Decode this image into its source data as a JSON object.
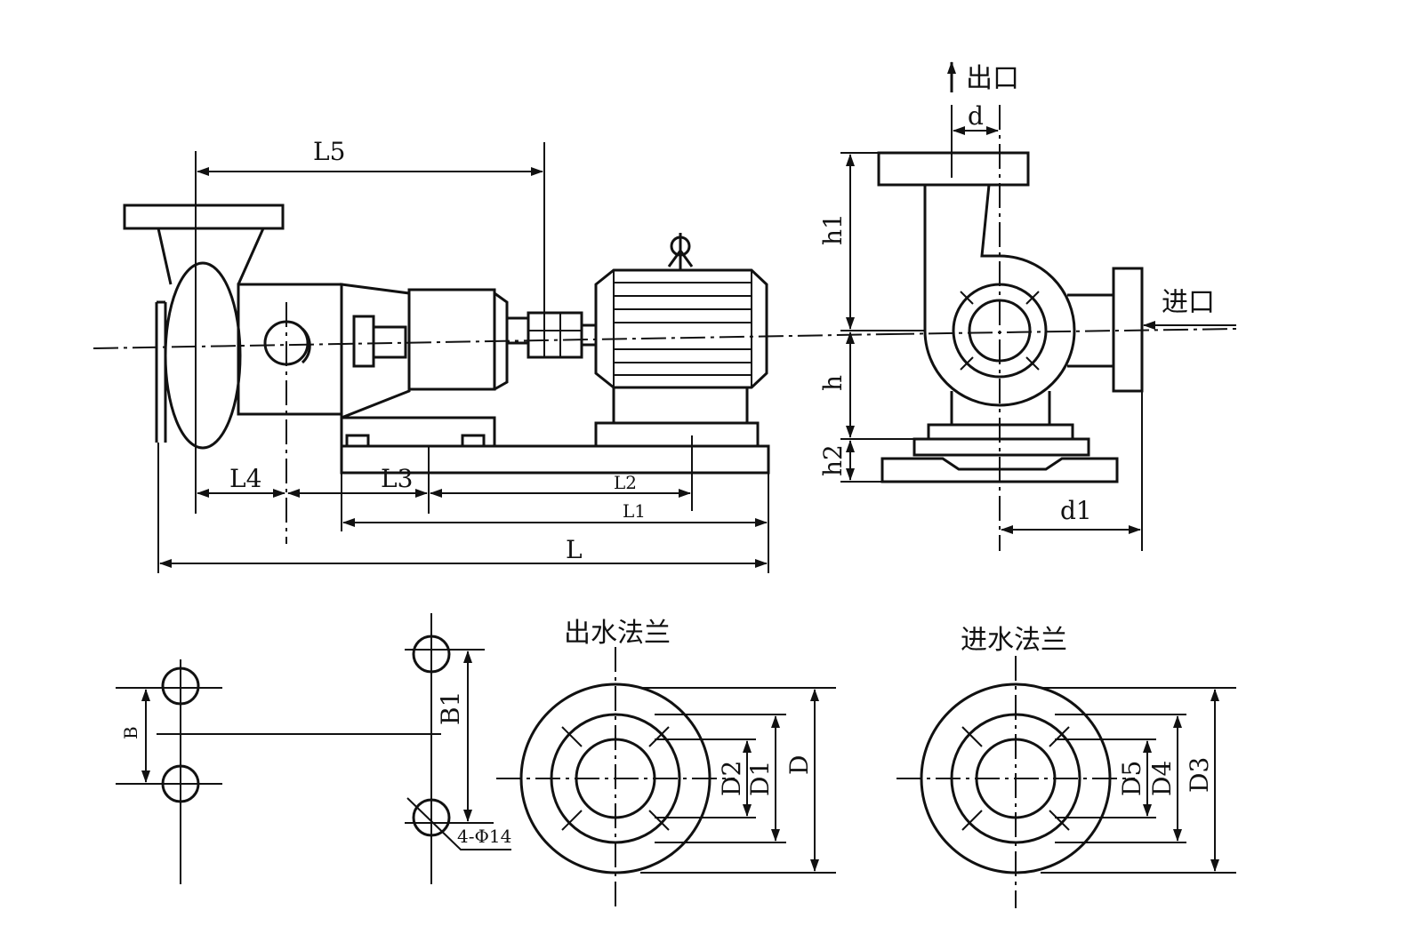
{
  "colors": {
    "ink": "#111111",
    "paper": "#ffffff"
  },
  "labels": {
    "outlet": "出口",
    "inlet": "进口",
    "outlet_flange": "出水法兰",
    "inlet_flange": "进水法兰",
    "hole_spec": "4-Φ14"
  },
  "dimensions": {
    "L": "L",
    "L1": "L1",
    "L2": "L2",
    "L3": "L3",
    "L4": "L4",
    "L5": "L5",
    "h": "h",
    "h1": "h1",
    "h2": "h2",
    "d": "d",
    "d1": "d1",
    "B": "B",
    "B1": "B1",
    "D": "D",
    "D1": "D1",
    "D2": "D2",
    "D3": "D3",
    "D4": "D4",
    "D5": "D5"
  }
}
